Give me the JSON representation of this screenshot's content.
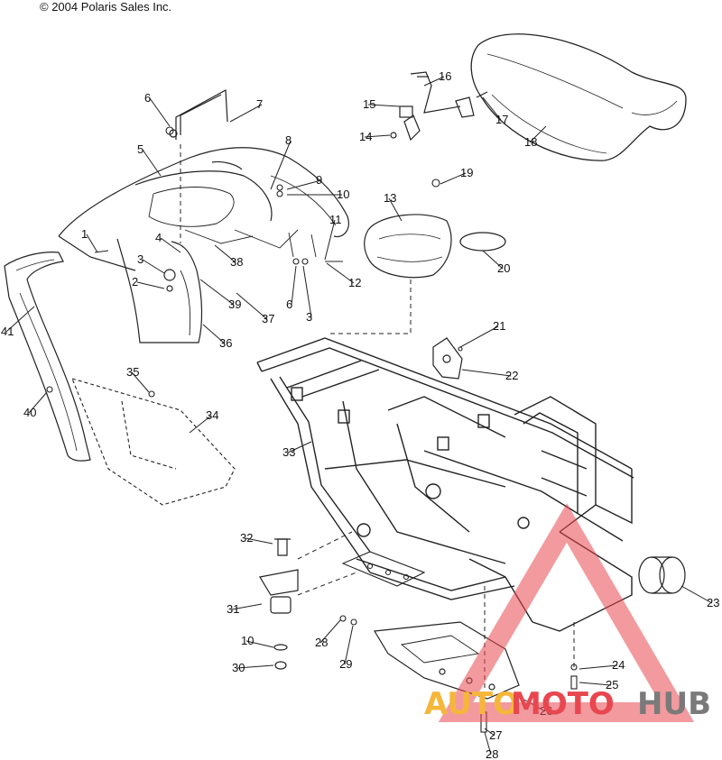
{
  "copyright": "© 2004 Polaris Sales Inc.",
  "watermark": {
    "part1": "AUTO",
    "part2": "MOTO",
    "part3": "HUB",
    "colors": {
      "auto": "#f5b63a",
      "moto": "#e8474f",
      "hub": "#7a7a7a",
      "triangle": "#e8474f"
    }
  },
  "callouts": [
    "6",
    "7",
    "5",
    "8",
    "9",
    "10",
    "11",
    "12",
    "6",
    "3",
    "13",
    "19",
    "20",
    "14",
    "15",
    "16",
    "17",
    "18",
    "1",
    "4",
    "38",
    "3",
    "2",
    "39",
    "37",
    "36",
    "41",
    "35",
    "40",
    "34",
    "33",
    "21",
    "22",
    "23",
    "32",
    "31",
    "10",
    "30",
    "28",
    "29",
    "24",
    "25",
    "26",
    "27",
    "28"
  ]
}
